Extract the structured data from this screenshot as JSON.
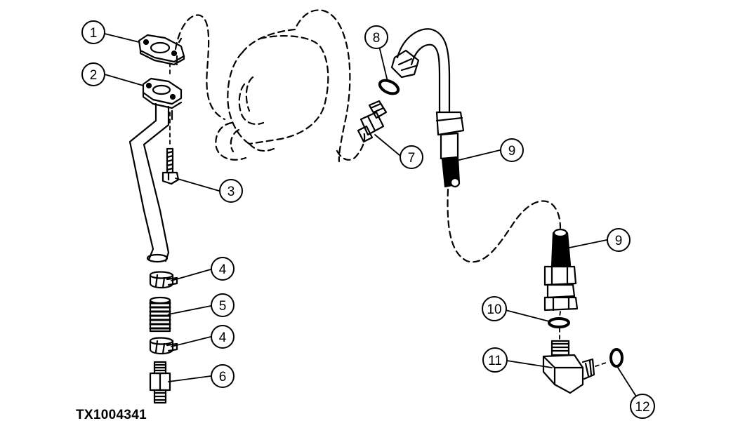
{
  "figure_id": "TX1004341",
  "callouts": [
    {
      "id": "c1",
      "label": "1"
    },
    {
      "id": "c2",
      "label": "2"
    },
    {
      "id": "c3",
      "label": "3"
    },
    {
      "id": "c4a",
      "label": "4"
    },
    {
      "id": "c5",
      "label": "5"
    },
    {
      "id": "c4b",
      "label": "4"
    },
    {
      "id": "c6",
      "label": "6"
    },
    {
      "id": "c7",
      "label": "7"
    },
    {
      "id": "c8",
      "label": "8"
    },
    {
      "id": "c9a",
      "label": "9"
    },
    {
      "id": "c9b",
      "label": "9"
    },
    {
      "id": "c10",
      "label": "10"
    },
    {
      "id": "c11",
      "label": "11"
    },
    {
      "id": "c12",
      "label": "12"
    }
  ]
}
